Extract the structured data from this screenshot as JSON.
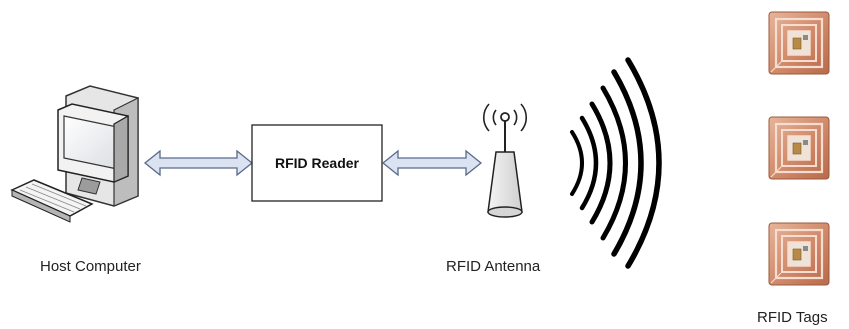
{
  "nodes": {
    "host_computer": {
      "label": "Host Computer",
      "icon": "desktop-computer-icon"
    },
    "rfid_reader": {
      "label": "RFID Reader"
    },
    "rfid_antenna": {
      "label": "RFID Antenna",
      "icon": "antenna-icon"
    },
    "rfid_tags": {
      "label": "RFID Tags",
      "icon": "rfid-tag-icon",
      "count": 3
    }
  },
  "edges": [
    {
      "from": "host_computer",
      "to": "rfid_reader",
      "style": "double-arrow"
    },
    {
      "from": "rfid_reader",
      "to": "rfid_antenna",
      "style": "double-arrow"
    }
  ],
  "colors": {
    "arrow_fill": "#dbe3f3",
    "arrow_stroke": "#5a6a8a",
    "tag_copper": "#c97e5d",
    "wave": "#000000"
  }
}
